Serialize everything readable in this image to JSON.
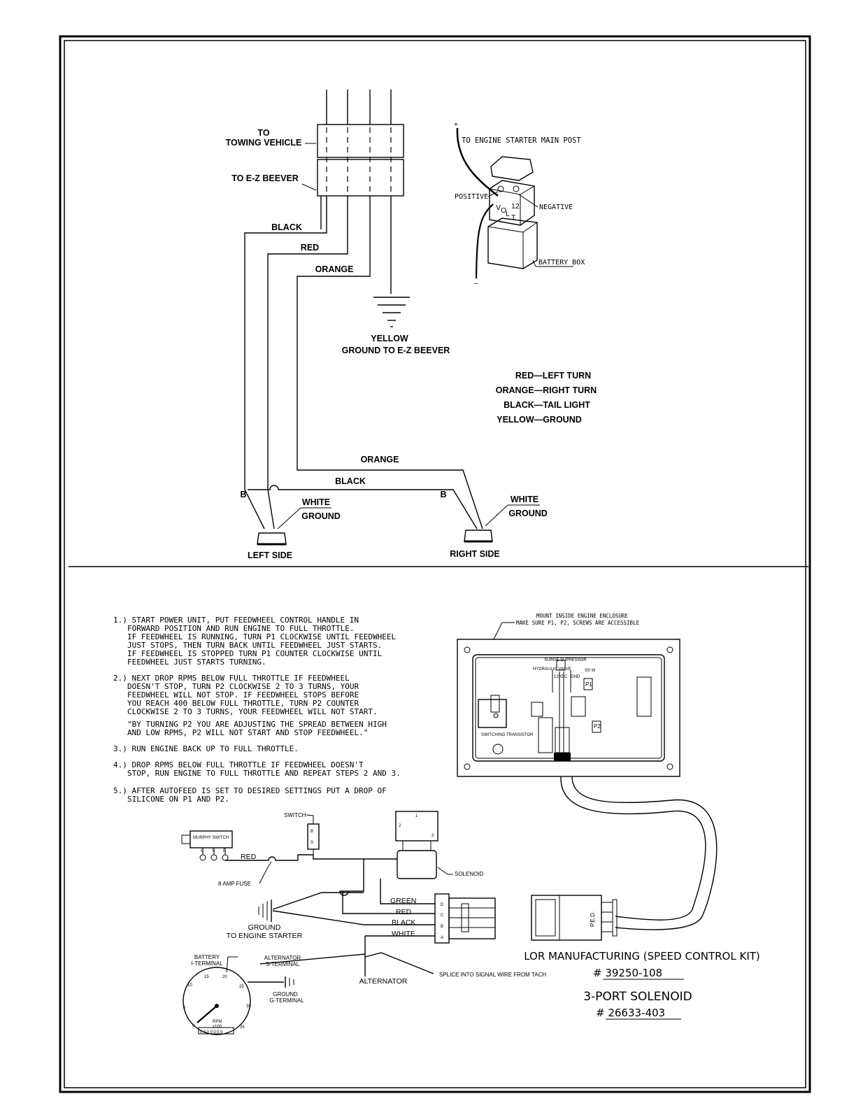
{
  "top": {
    "connector": {
      "to_towing_1": "TO",
      "to_towing_2": "TOWING VEHICLE",
      "to_beever": "TO E-Z BEEVER"
    },
    "wires": {
      "black": "BLACK",
      "red": "RED",
      "orange": "ORANGE"
    },
    "ground": {
      "line1": "YELLOW",
      "line2": "GROUND TO E-Z BEEVER"
    },
    "legend": [
      "RED—LEFT TURN",
      "ORANGE—RIGHT TURN",
      "BLACK—TAIL LIGHT",
      "YELLOW—GROUND"
    ],
    "lower_wires": {
      "orange": "ORANGE",
      "black": "BLACK"
    },
    "left_lamp": {
      "b": "B",
      "white": "WHITE",
      "ground": "GROUND",
      "label": "LEFT SIDE"
    },
    "right_lamp": {
      "b": "B",
      "white": "WHITE",
      "ground": "GROUND",
      "label": "RIGHT SIDE"
    },
    "battery": {
      "plus": "+",
      "minus": "−",
      "starter": "TO ENGINE STARTER MAIN POST",
      "positive": "POSITIVE",
      "negative": "NEGATIVE",
      "box": "BATTERY  BOX",
      "volt_12": "12",
      "volt_v": "V",
      "volt_o": "O",
      "volt_l": "L",
      "volt_t": "T"
    }
  },
  "instructions": [
    [
      "1.) START POWER UNIT, PUT FEEDWHEEL CONTROL HANDLE IN",
      "FORWARD POSITION AND RUN ENGINE TO FULL THROTTLE.",
      "IF FEEDWHEEL IS RUNNING, TURN P1 CLOCKWISE UNTIL FEEDWHEEL",
      "JUST STOPS, THEN TURN BACK UNTIL FEEDWHEEL JUST STARTS.",
      "IF FEEDWHEEL IS STOPPED TURN P1 COUNTER CLOCKWISE UNTIL",
      "FEEDWHEEL JUST STARTS TURNING."
    ],
    [
      "2.) NEXT DROP RPMS       BELOW FULL THROTTLE IF FEEDWHEEL",
      "DOESN'T STOP, TURN P2 CLOCKWISE 2 TO 3 TURNS, YOUR",
      "FEEDWHEEL WILL NOT STOP.   IF FEEDWHEEL STOPS BEFORE",
      "YOU REACH 400 BELOW FULL THROTTLE, TURN P2 COUNTER",
      "CLOCKWISE 2 TO 3 TURNS, YOUR FEEDWHEEL WILL NOT START.",
      "\"BY TURNING P2 YOU ARE ADJUSTING THE SPREAD BETWEEN HIGH",
      "AND LOW RPMS, P2 WILL NOT START AND STOP FEEDWHEEL.\""
    ],
    [
      "3.) RUN ENGINE BACK UP TO FULL THROTTLE."
    ],
    [
      "4.) DROP RPMS        BELOW FULL THROTTLE IF FEEDWHEEL DOESN'T",
      "STOP, RUN ENGINE TO FULL THROTTLE AND REPEAT STEPS 2 AND 3."
    ],
    [
      "5.) AFTER AUTOFEED IS SET TO DESIRED SETTINGS PUT A DROP OF",
      "SILICONE ON P1 AND P2."
    ]
  ],
  "board": {
    "mount_1": "MOUNT INSIDE ENGINE ENCLOSURE",
    "mount_2": "MAKE SURE P1, P2, SCREWS ARE ACCESSIBLE",
    "surge": "SURGE SUPRESSOR",
    "hydraulic": "HYDRAULIC VALVE",
    "v12": "12VDC",
    "gnd": "GND",
    "ssw": "SS W",
    "p1": "P1",
    "p2": "P2",
    "transistor": "SWITCHING TRANSISTOR",
    "ped": "P.E.D."
  },
  "wiring": {
    "murphy": "MURPHY SWITCH",
    "murphy_c": "C",
    "murphy_s": "S",
    "murphy_b": "B",
    "switch": "SWITCH",
    "switch_pins": [
      "B",
      "S"
    ],
    "red": "RED",
    "fuse": "8 AMP FUSE",
    "solenoid": "SOLENOID",
    "sol_1": "1",
    "sol_2": "2",
    "sol_3": "3",
    "plug_wires": [
      "GREEN",
      "RED",
      "BLACK",
      "WHITE"
    ],
    "plug_pins": [
      "D",
      "C",
      "B",
      "A"
    ],
    "ground_1": "GROUND",
    "ground_2": "TO ENGINE STARTER",
    "battery_1": "BATTERY",
    "battery_2": "I-TERMINAL",
    "alt_1": "ALTERNATOR",
    "alt_2": "S-TERMINAL",
    "gground_1": "GROUND",
    "gground_2": "G-TERMINAL",
    "alternator": "ALTERNATOR",
    "splice": "SPLICE INTO SIGNAL WIRE FROM TACH"
  },
  "tach": {
    "ticks": [
      "0",
      "5",
      "10",
      "15",
      "20",
      "25",
      "30",
      "35"
    ],
    "rpm": "RPM",
    "x100": "x100",
    "odo": "0000000"
  },
  "kit": {
    "title": "LOR MANUFACTURING (SPEED CONTROL KIT)",
    "kit_no": "#  39250-108",
    "solenoid_title": "3-PORT SOLENOID",
    "sol_no": "#  26633-403"
  }
}
